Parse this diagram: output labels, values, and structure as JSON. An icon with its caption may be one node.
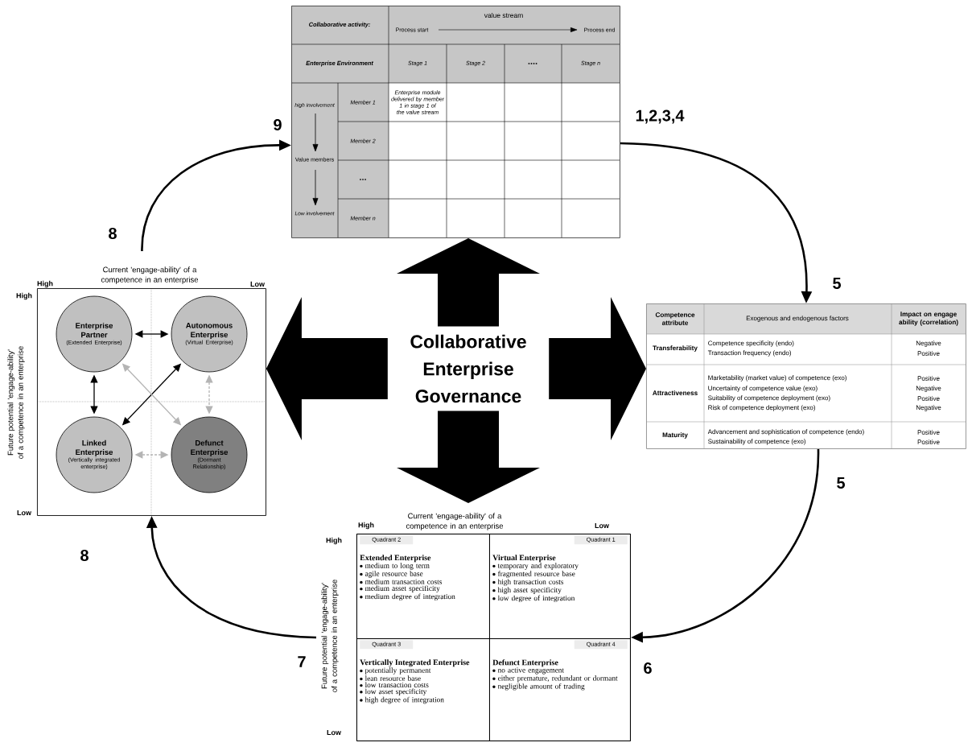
{
  "diagram": {
    "nodes": [
      {
        "text": [],
        "shape": "table"
      },
      {
        "text": [],
        "shape": "box"
      },
      {
        "text": [
          "Enterprise Partner",
          "(Extended Enterprise)"
        ],
        "in": 1
      },
      {
        "text": [
          "Autonomous Enterprise",
          "(Virtual Enterprise)"
        ],
        "in": 1
      },
      {
        "text": [
          "Linked Enterprise",
          "(Vertically integrated enterprise)"
        ],
        "in": 1
      },
      {
        "text": [
          "Defunct Enterprise",
          "(Dormant Relationship)"
        ],
        "in": 1
      },
      {
        "text": [
          "Collaborative Enterprise Governance"
        ]
      },
      {
        "text": [],
        "shape": "table"
      },
      {
        "text": [],
        "shape": "box"
      },
      {
        "text": [
          "Quadrant 2",
          "Extended Enterprise",
          "medium to long term",
          "agile resource base",
          "medium transaction costs",
          "medium asset specificity",
          "medium degree of integration"
        ],
        "in": 8
      },
      {
        "text": [
          "Quadrant 1",
          "Virtual Enterprise",
          "temporary and exploratory",
          "fragmented resource base",
          "high transaction costs",
          "high asset specificity",
          "low degree of integration"
        ],
        "in": 8
      },
      {
        "text": [
          "Quadrant 3",
          "Vertically Integrated Enterprise",
          "potentially permanent",
          "lean resource base",
          "low transaction costs",
          "low asset specificity",
          "high degree of integration"
        ],
        "in": 8
      },
      {
        "text": [
          "Quadrant 4",
          "Defunct Enterprise",
          "no active engagement",
          "either premature, redundant or dormant",
          "negligible amount of trading"
        ],
        "in": 8
      }
    ],
    "edges": [
      {
        "from": 6,
        "to": 0,
        "arrow": "to",
        "style": "thick"
      },
      {
        "from": 6,
        "to": 7,
        "arrow": "to",
        "style": "thick"
      },
      {
        "from": 6,
        "to": 8,
        "arrow": "to",
        "style": "thick"
      },
      {
        "from": 6,
        "to": 1,
        "arrow": "to",
        "style": "thick"
      },
      {
        "from": 0,
        "to": 7,
        "arrow": "to"
      },
      {
        "from": 7,
        "to": 8,
        "arrow": "to"
      },
      {
        "from": 8,
        "to": 1,
        "arrow": "to"
      },
      {
        "from": 1,
        "to": 0,
        "arrow": "to"
      },
      {
        "from": 2,
        "to": 3,
        "arrow": "both"
      },
      {
        "from": 2,
        "to": 4,
        "arrow": "both"
      },
      {
        "from": 4,
        "to": 3,
        "arrow": "both"
      },
      {
        "from": 2,
        "to": 5,
        "arrow": "both",
        "color": "#b4b4b4"
      },
      {
        "from": 3,
        "to": 5,
        "arrow": "both",
        "style": "dashed",
        "color": "#b4b4b4"
      },
      {
        "from": 4,
        "to": 5,
        "arrow": "both",
        "style": "dashed",
        "color": "#b4b4b4"
      }
    ],
    "labels": [
      "Collaborative activity:",
      "value stream",
      "Process start",
      "Process end",
      "Enterprise Environment",
      "Stage 1",
      "Stage 2",
      "....",
      "Stage n",
      "Member 1",
      "Enterprise module delivered by member 1 in stage 1 of the value stream",
      "high involvement",
      "Member 2",
      "Value members",
      "...",
      "Low involvement",
      "Member n",
      "9",
      "1,2,3,4",
      "8",
      "Current 'engage-ability' of a competence in an enterprise",
      "High",
      "Low",
      "High",
      "Future potential 'engage-ability' of a competence in an enterprise",
      "Low",
      "5",
      "Competence attribute",
      "Exogenous and endogenous factors",
      "Impact on engage ability (correlation)",
      "Transferability",
      "Competence specificity (endo)",
      "Transaction frequency (endo)",
      "Negative",
      "Positive",
      "Attractiveness",
      "Marketability (market value) of competence (exo)",
      "Uncertainty of competence value (exo)",
      "Suitability of competence deployment (exo)",
      "Risk of competence deployment (exo)",
      "Positive",
      "Negative",
      "Positive",
      "Negative",
      "Maturity",
      "Advancement and sophistication of competence (endo)",
      "Sustainability of competence (exo)",
      "Positive",
      "Positive",
      "5",
      "Current 'engage-ability' of a competence in an enterprise",
      "High",
      "Low",
      "High",
      "Future potential 'engage-ability' of a competence in an enterprise",
      "Low",
      "7",
      "6",
      "8"
    ]
  }
}
